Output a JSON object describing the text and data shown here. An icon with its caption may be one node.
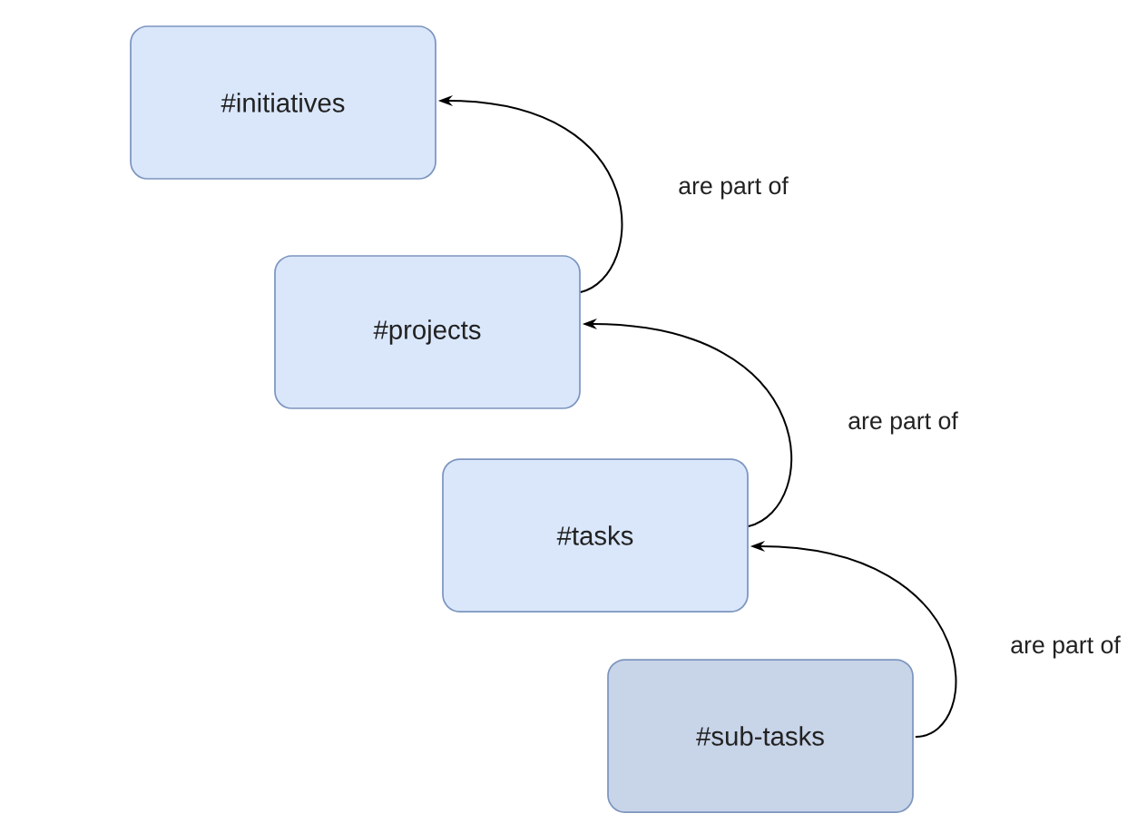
{
  "diagram": {
    "nodes": [
      {
        "text": [
          "#initiatives"
        ]
      },
      {
        "text": [
          "#projects"
        ]
      },
      {
        "text": [
          "#tasks"
        ]
      },
      {
        "text": [
          "#sub-tasks"
        ]
      }
    ],
    "edges": [
      {
        "from": 1,
        "to": 0,
        "arrow": "to",
        "label": "are part of"
      },
      {
        "from": 2,
        "to": 1,
        "arrow": "to",
        "label": "are part of"
      },
      {
        "from": 3,
        "to": 2,
        "arrow": "to",
        "label": "are part of"
      }
    ]
  }
}
